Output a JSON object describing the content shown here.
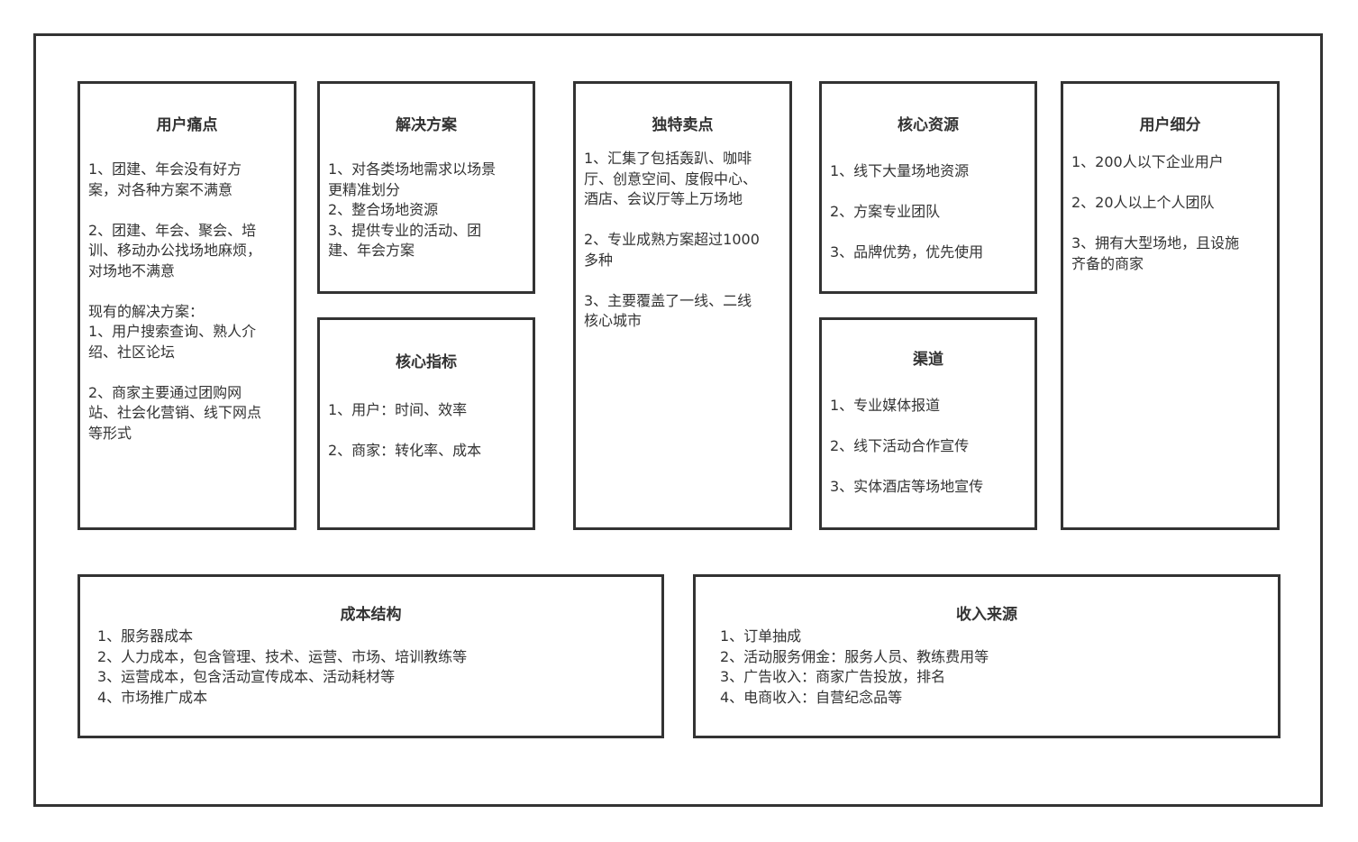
{
  "boxes": {
    "pain_points": {
      "title": "用户痛点",
      "body": "1、团建、年会没有好方\n案，对各种方案不满意\n\n2、团建、年会、聚会、培\n训、移动办公找场地麻烦，\n对场地不满意\n\n现有的解决方案：\n1、用户搜索查询、熟人介\n绍、社区论坛\n\n2、商家主要通过团购网\n站、社会化营销、线下网点\n等形式"
    },
    "solution": {
      "title": "解决方案",
      "body": "1、对各类场地需求以场景\n更精准划分\n2、整合场地资源\n3、提供专业的活动、团\n建、年会方案"
    },
    "key_metrics": {
      "title": "核心指标",
      "body": "1、用户：时间、效率\n\n2、商家：转化率、成本"
    },
    "usp": {
      "title": "独特卖点",
      "body": "1、汇集了包括轰趴、咖啡\n厅、创意空间、度假中心、\n酒店、会议厅等上万场地\n\n2、专业成熟方案超过1000\n多种\n\n3、主要覆盖了一线、二线\n核心城市"
    },
    "core_resources": {
      "title": "核心资源",
      "body": "1、线下大量场地资源\n\n2、方案专业团队\n\n3、品牌优势，优先使用"
    },
    "channels": {
      "title": "渠道",
      "body": "1、专业媒体报道\n\n2、线下活动合作宣传\n\n3、实体酒店等场地宣传"
    },
    "segments": {
      "title": "用户细分",
      "body": "1、200人以下企业用户\n\n2、20人以上个人团队\n\n3、拥有大型场地，且设施\n齐备的商家"
    },
    "cost": {
      "title": "成本结构",
      "body": "1、服务器成本\n2、人力成本，包含管理、技术、运营、市场、培训教练等\n3、运营成本，包含活动宣传成本、活动耗材等\n4、市场推广成本"
    },
    "revenue": {
      "title": "收入来源",
      "body": "1、订单抽成\n2、活动服务佣金：服务人员、教练费用等\n3、广告收入：商家广告投放，排名\n4、电商收入：自营纪念品等"
    }
  }
}
